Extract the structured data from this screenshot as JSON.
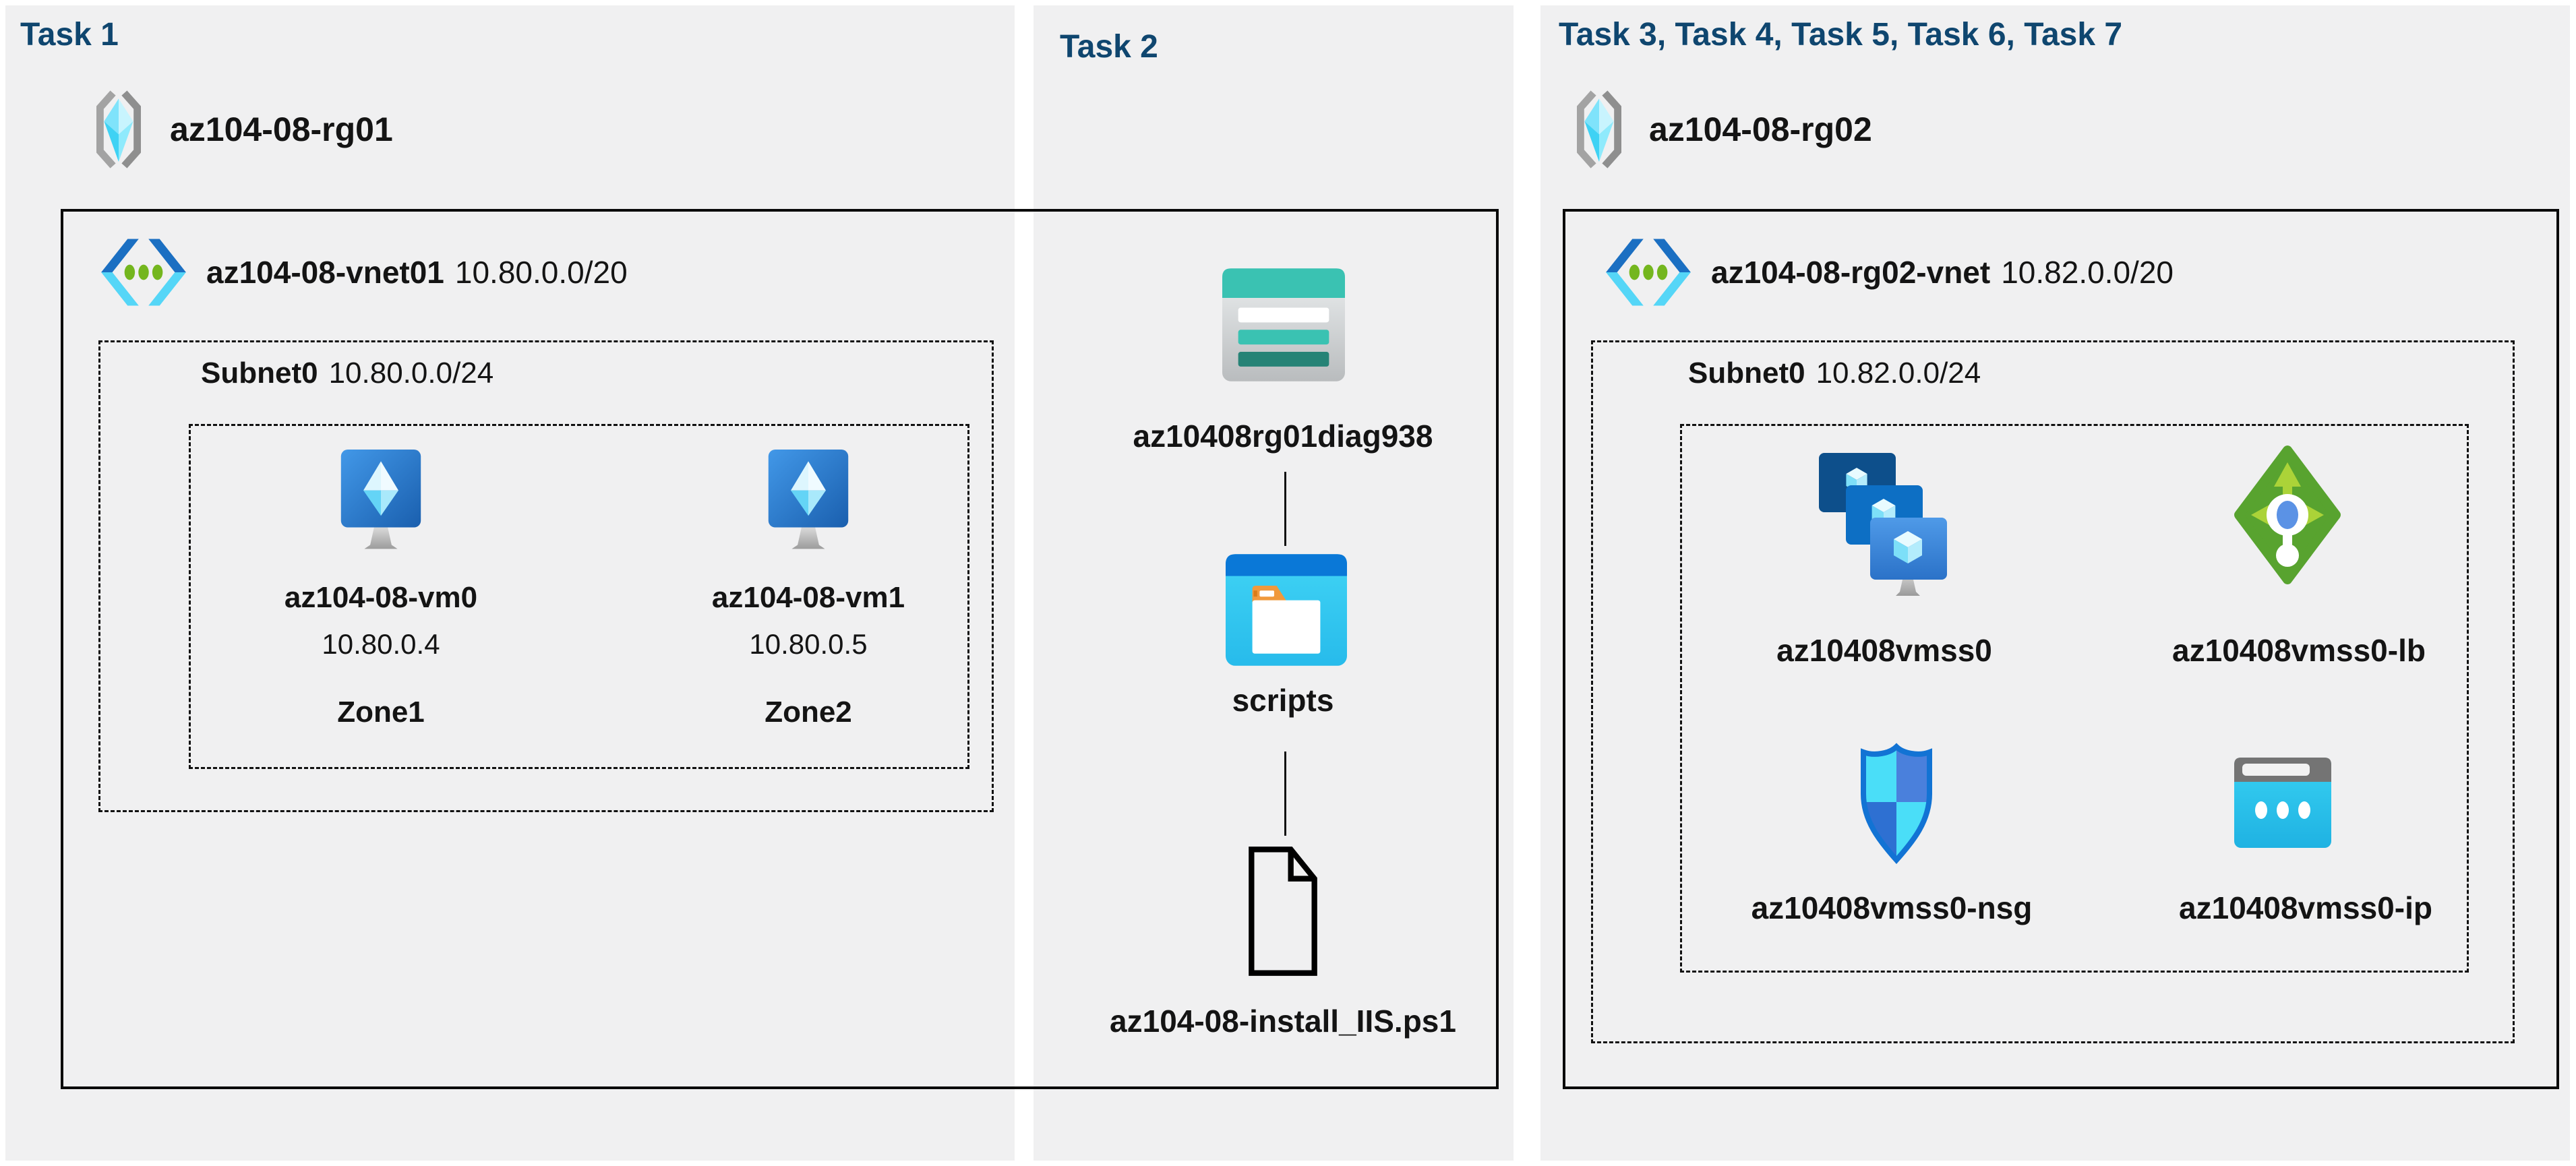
{
  "tasks": {
    "task1": {
      "title": "Task 1",
      "resource_group": {
        "name": "az104-08-rg01",
        "icon": "resource-group-icon"
      },
      "vnet": {
        "name": "az104-08-vnet01",
        "cidr": "10.80.0.0/20",
        "icon": "virtual-network-icon"
      },
      "subnet": {
        "name": "Subnet0",
        "cidr": "10.80.0.0/24"
      },
      "vms": [
        {
          "name": "az104-08-vm0",
          "ip": "10.80.0.4",
          "zone": "Zone1",
          "icon": "virtual-machine-icon"
        },
        {
          "name": "az104-08-vm1",
          "ip": "10.80.0.5",
          "zone": "Zone2",
          "icon": "virtual-machine-icon"
        }
      ]
    },
    "task2": {
      "title": "Task 2",
      "storage_account": {
        "name": "az10408rg01diag938",
        "icon": "storage-account-icon"
      },
      "container": {
        "name": "scripts",
        "icon": "blob-container-icon"
      },
      "file": {
        "name": "az104-08-install_IIS.ps1",
        "icon": "document-icon"
      }
    },
    "task3": {
      "title": "Task 3, Task 4, Task 5, Task 6, Task 7",
      "resource_group": {
        "name": "az104-08-rg02",
        "icon": "resource-group-icon"
      },
      "vnet": {
        "name": "az104-08-rg02-vnet",
        "cidr": "10.82.0.0/20",
        "icon": "virtual-network-icon"
      },
      "subnet": {
        "name": "Subnet0",
        "cidr": "10.82.0.0/24"
      },
      "resources": [
        {
          "name": "az10408vmss0",
          "icon": "vm-scale-set-icon"
        },
        {
          "name": "az10408vmss0-lb",
          "icon": "load-balancer-icon"
        },
        {
          "name": "az10408vmss0-nsg",
          "icon": "network-security-group-icon"
        },
        {
          "name": "az10408vmss0-ip",
          "icon": "public-ip-icon"
        }
      ]
    }
  },
  "colors": {
    "panel_bg": "#f0f0f1",
    "task_title": "#0f466f",
    "text": "#141414",
    "vnet_blue": "#1b6fc2",
    "vnet_cyan": "#55d6f7",
    "dot_green": "#74b61e",
    "storage_teal": "#3ac2b2",
    "storage_dark_teal": "#268376",
    "scripts_bar_blue": "#0a78d7",
    "folder_orange": "#f0993c",
    "lb_green": "#58a32f",
    "lb_arrow_green": "#abd338",
    "nsg_cyan": "#4adef8",
    "nsg_blue": "#3a78d8",
    "ip_gray": "#747474",
    "ip_cyan": "#2fc7ee"
  }
}
